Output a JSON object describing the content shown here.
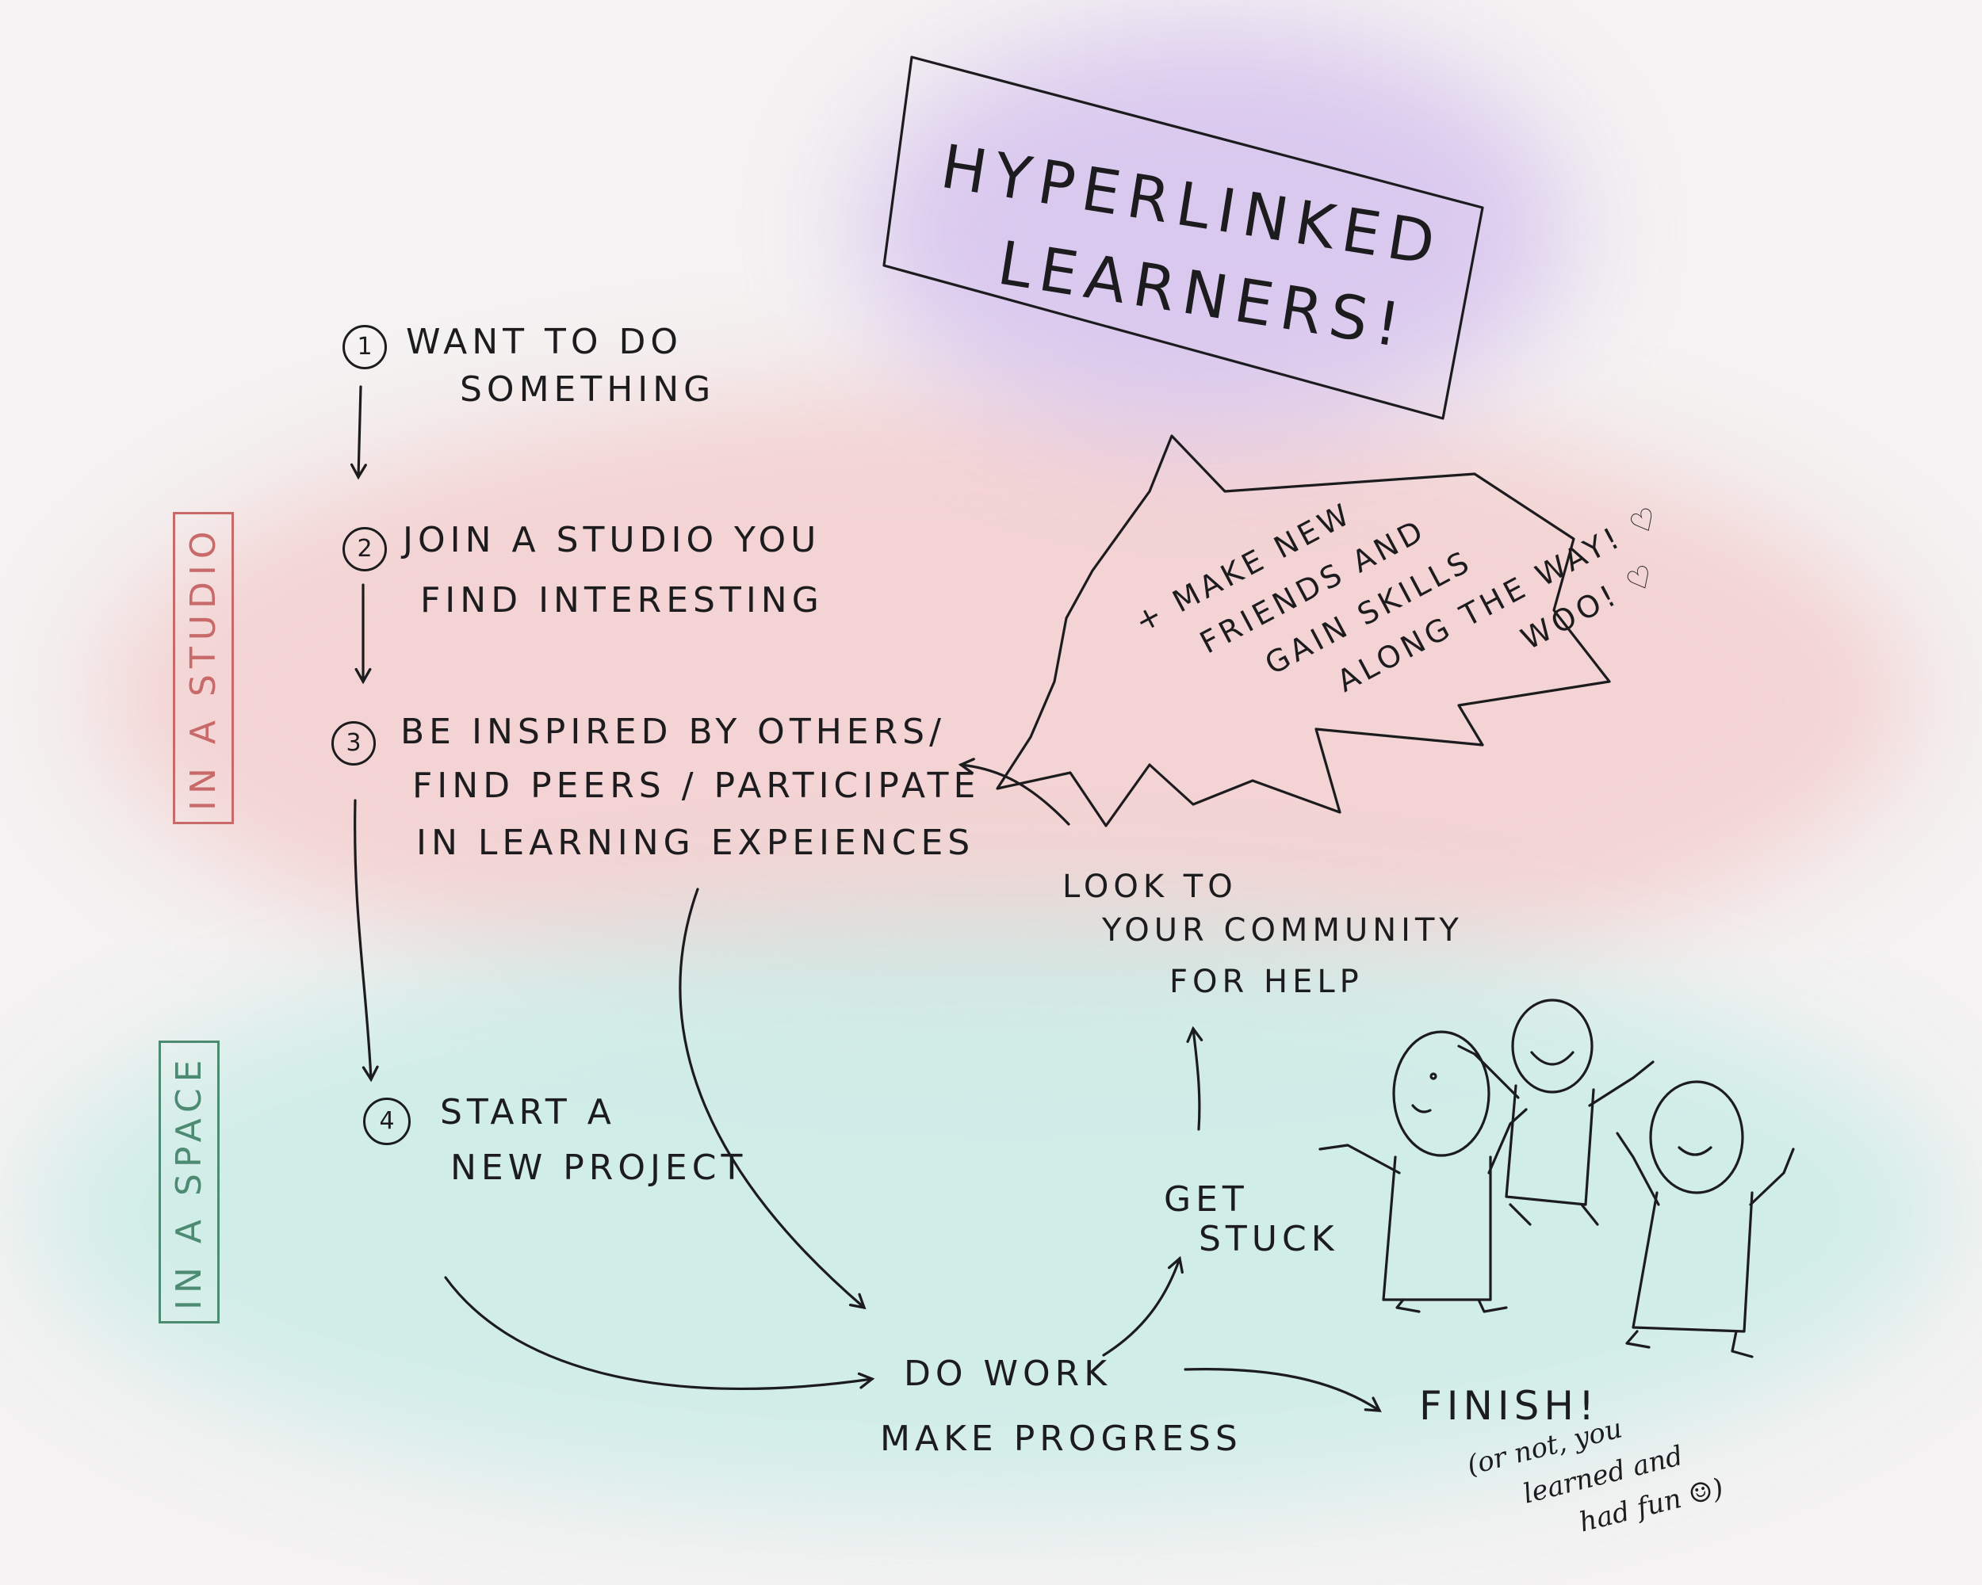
{
  "title": {
    "line1": "HYPERLINKED",
    "line2": "LEARNERS!"
  },
  "sections": [
    {
      "label": "IN A STUDIO",
      "color": "#c96a6a"
    },
    {
      "label": "IN A SPACE",
      "color": "#4d8a72"
    }
  ],
  "steps": [
    {
      "num": "1",
      "line1": "WANT TO DO",
      "line2": "SOMETHING"
    },
    {
      "num": "2",
      "line1": "JOIN A STUDIO YOU",
      "line2": "FIND INTERESTING"
    },
    {
      "num": "3",
      "line1": "BE INSPIRED BY OTHERS/",
      "line2": "FIND PEERS / PARTICIPATE",
      "line3": "IN LEARNING EXPEIENCES"
    },
    {
      "num": "4",
      "line1": "START A",
      "line2": "NEW PROJECT"
    }
  ],
  "nodes": {
    "work": {
      "line1": "DO WORK",
      "line2": "MAKE PROGRESS"
    },
    "stuck": {
      "line1": "GET",
      "line2": "STUCK"
    },
    "community": {
      "line1": "LOOK TO",
      "line2": "YOUR COMMUNITY",
      "line3": "FOR HELP"
    },
    "finish": {
      "label": "FINISH!",
      "note1": "(or not, you",
      "note2": "learned and",
      "note3": "had fun ☺)"
    }
  },
  "burst": {
    "line1": "+ MAKE NEW",
    "line2": "FRIENDS AND",
    "line3": "GAIN SKILLS",
    "line4": "ALONG THE WAY! ♡",
    "line5": "WOO! ♡"
  },
  "colors": {
    "ink": "#1c1c1e",
    "title_wash": "#d9c6ef",
    "studio_wash": "#f6d0d0",
    "space_wash": "#cfeeea"
  }
}
